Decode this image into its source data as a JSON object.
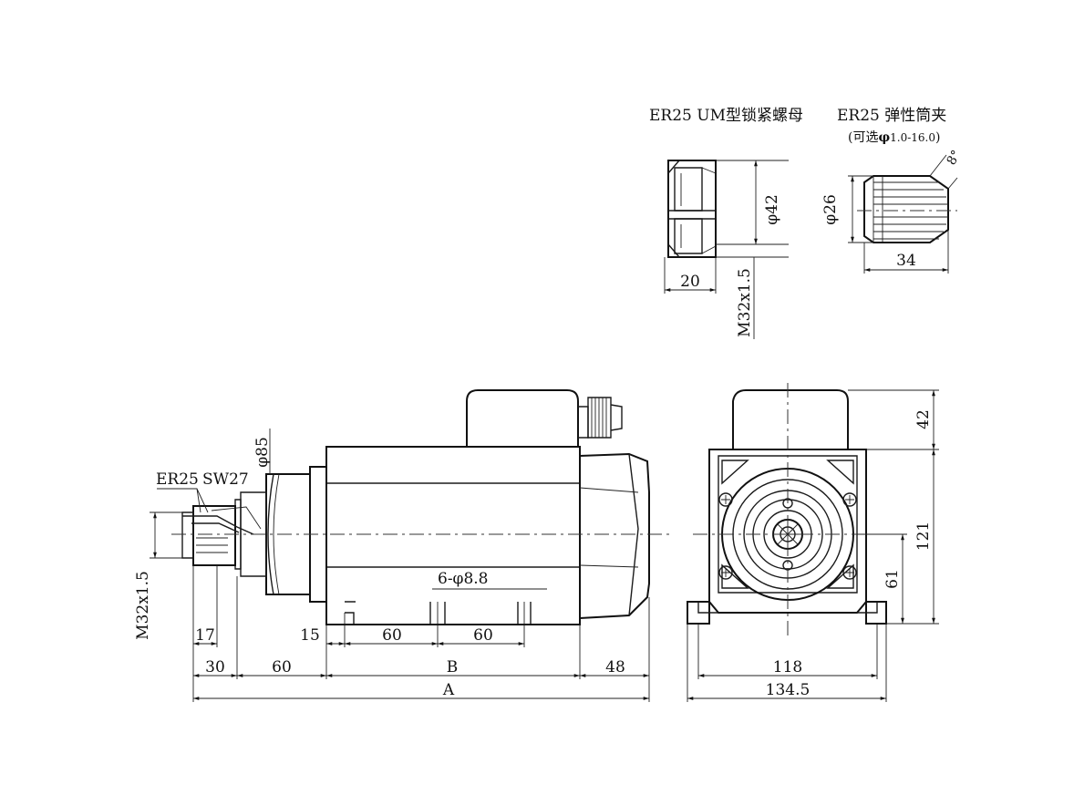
{
  "labels": {
    "nut_title": "ER25 UM型锁紧螺母",
    "collet_title": "ER25  弹性筒夹",
    "collet_sub_prefix": "(可选",
    "collet_sub_phi": "φ",
    "collet_sub_range": "1.0-16.0",
    "collet_sub_close": ")",
    "nut_dia": "φ42",
    "nut_width": "20",
    "nut_thread": "M32x1.5",
    "collet_dia": "φ26",
    "collet_len": "34",
    "collet_angle": "8°",
    "side_er": "ER25",
    "side_sw": "SW27",
    "side_flange": "φ85",
    "side_thread": "M32x1.5",
    "dim_17": "17",
    "dim_15": "15",
    "dim_60a": "60",
    "dim_60b": "60",
    "dim_holes": "6-φ8.8",
    "dim_30": "30",
    "dim_60c": "60",
    "dim_B": "B",
    "dim_48": "48",
    "dim_A": "A",
    "front_42": "42",
    "front_121": "121",
    "front_61": "61",
    "front_118": "118",
    "front_134": "134.5"
  }
}
